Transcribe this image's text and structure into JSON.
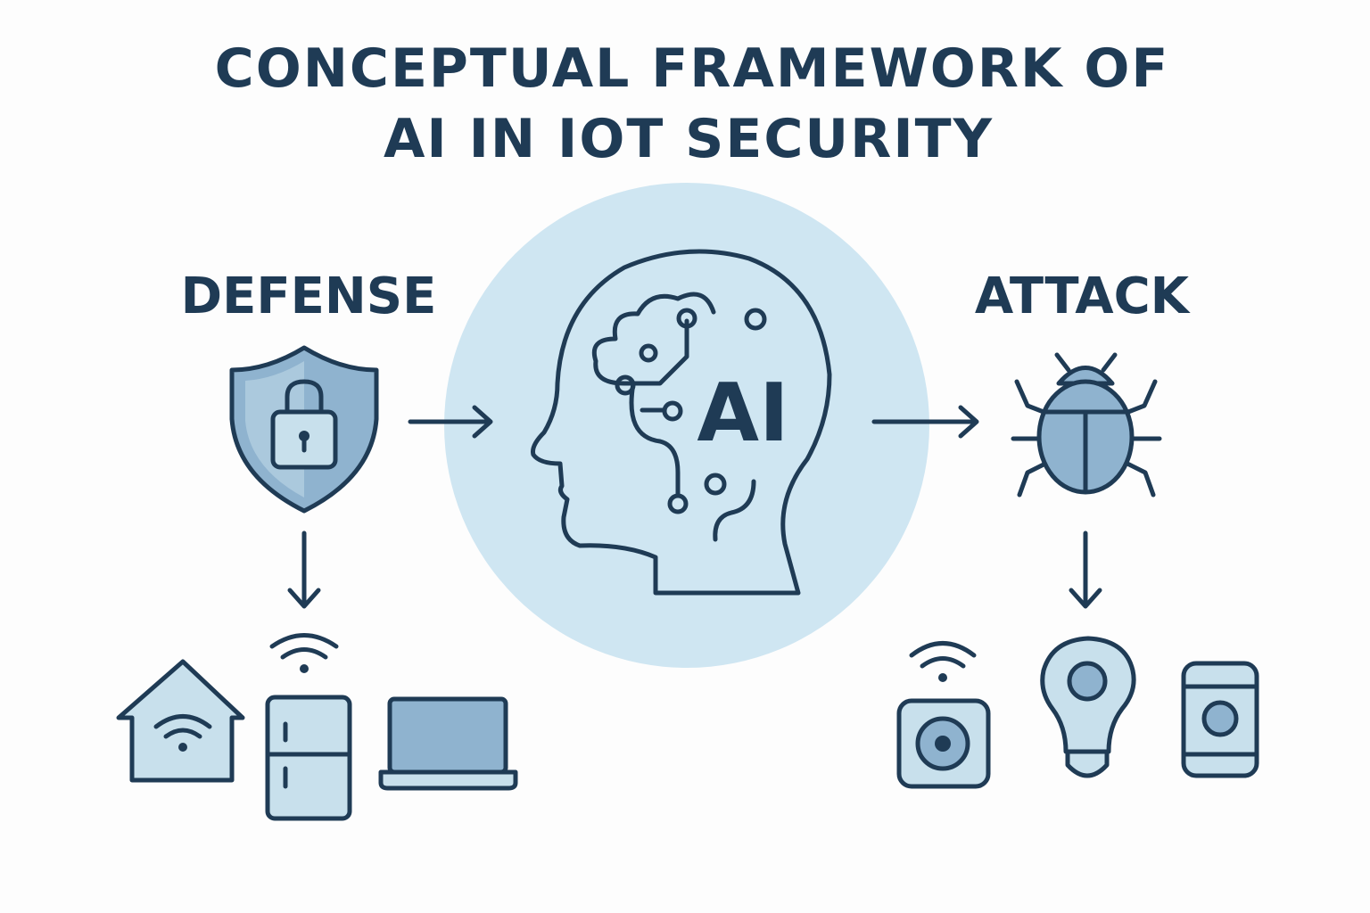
{
  "title": {
    "line1": "CONCEPTUAL FRAMEWORK OF",
    "line2": "AI IN IOT SECURITY"
  },
  "left": {
    "label": "DEFENSE",
    "icon": "shield-lock-icon",
    "devices": [
      "smart-home-icon",
      "refrigerator-icon",
      "laptop-icon"
    ]
  },
  "center": {
    "label": "AI",
    "icon": "ai-head-circuit-icon"
  },
  "right": {
    "label": "ATTACK",
    "icon": "bug-icon",
    "devices": [
      "smart-speaker-icon",
      "smart-bulb-icon",
      "smartphone-icon"
    ]
  },
  "colors": {
    "ink": "#1f3b55",
    "circle": "#cfe6f2",
    "fill_medium": "#8fb3cf",
    "fill_light": "#c8e0ec"
  }
}
